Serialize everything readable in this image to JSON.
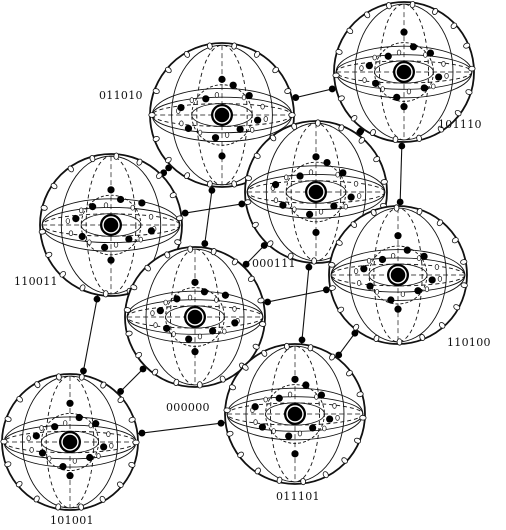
{
  "diagram": {
    "nodes": [
      {
        "id": "n1",
        "label": "011010"
      },
      {
        "id": "n2",
        "label": "101110"
      },
      {
        "id": "n3",
        "label": "110011"
      },
      {
        "id": "n4",
        "label": "000111"
      },
      {
        "id": "n5",
        "label": "110100"
      },
      {
        "id": "n6",
        "label": "000000"
      },
      {
        "id": "n7",
        "label": "011101"
      },
      {
        "id": "n8",
        "label": "101001"
      }
    ],
    "edges": [
      [
        "n1",
        "n2"
      ],
      [
        "n1",
        "n3"
      ],
      [
        "n1",
        "n4"
      ],
      [
        "n1",
        "n6"
      ],
      [
        "n2",
        "n4"
      ],
      [
        "n2",
        "n5"
      ],
      [
        "n3",
        "n4"
      ],
      [
        "n3",
        "n6"
      ],
      [
        "n3",
        "n8"
      ],
      [
        "n4",
        "n5"
      ],
      [
        "n4",
        "n6"
      ],
      [
        "n4",
        "n7"
      ],
      [
        "n5",
        "n6"
      ],
      [
        "n5",
        "n7"
      ],
      [
        "n6",
        "n7"
      ],
      [
        "n6",
        "n8"
      ],
      [
        "n7",
        "n8"
      ]
    ],
    "colors": {
      "stroke": "#111111",
      "fill": "#000000",
      "background": "#ffffff"
    }
  }
}
